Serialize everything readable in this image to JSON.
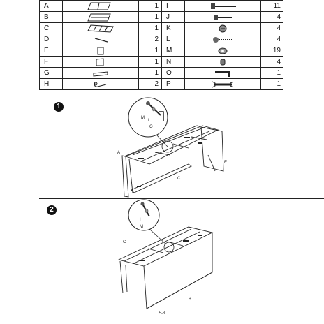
{
  "parts": [
    {
      "letter": "A",
      "qty": "1",
      "icon": "frame-panel-icon",
      "letter2": "I",
      "qty2": "11",
      "icon2": "long-bolt-icon"
    },
    {
      "letter": "B",
      "qty": "1",
      "icon": "frame-panel-icon",
      "letter2": "J",
      "qty2": "4",
      "icon2": "short-bolt-icon"
    },
    {
      "letter": "C",
      "qty": "1",
      "icon": "lattice-frame-icon",
      "letter2": "K",
      "qty2": "4",
      "icon2": "cam-lock-icon"
    },
    {
      "letter": "D",
      "qty": "2",
      "icon": "rod-icon",
      "letter2": "L",
      "qty2": "4",
      "icon2": "screw-icon"
    },
    {
      "letter": "E",
      "qty": "1",
      "icon": "small-panel-icon",
      "letter2": "M",
      "qty2": "19",
      "icon2": "washer-icon"
    },
    {
      "letter": "F",
      "qty": "1",
      "icon": "side-panel-icon",
      "letter2": "N",
      "qty2": "4",
      "icon2": "barrel-nut-icon"
    },
    {
      "letter": "G",
      "qty": "1",
      "icon": "plate-icon",
      "letter2": "O",
      "qty2": "1",
      "icon2": "allen-key-icon"
    },
    {
      "letter": "H",
      "qty": "2",
      "icon": "cable-tie-icon",
      "letter2": "P",
      "qty2": "1",
      "icon2": "wrench-icon"
    }
  ],
  "steps": [
    {
      "number": "1",
      "callout": [
        "M",
        "I",
        "O"
      ],
      "labels": {
        "a": "A",
        "c": "C",
        "e": "E"
      }
    },
    {
      "number": "2",
      "callout": [
        "I",
        "M"
      ],
      "labels": {
        "c": "C",
        "b": "B"
      }
    }
  ],
  "page_number": "5-8"
}
